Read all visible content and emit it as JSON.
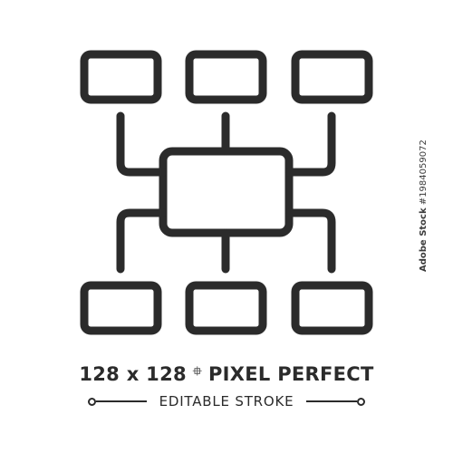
{
  "icon": {
    "name": "hierarchy-diagram-icon",
    "stroke_color": "#2b2b2b"
  },
  "caption": {
    "size_text": "128 x 128",
    "separator_glyph": "⯐",
    "quality_text": "PIXEL PERFECT",
    "subtitle": "EDITABLE STROKE"
  },
  "watermark": {
    "brand": "Adobe Stock",
    "id_text": "#1984059072"
  }
}
